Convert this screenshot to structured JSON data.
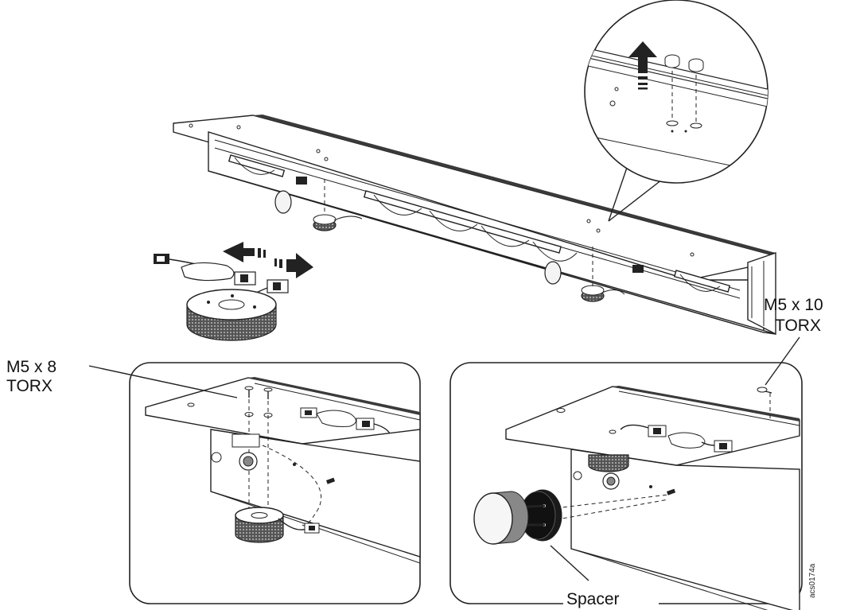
{
  "labels": {
    "m5x8": [
      "M5 x 8",
      "TORX"
    ],
    "m5x10": [
      "M5 x 10",
      "TORX"
    ],
    "spacer": "Spacer",
    "figure_code": "acs0174a"
  },
  "colors": {
    "ink": "#222222",
    "background": "#ffffff",
    "knurl": "#3a3a3a"
  }
}
